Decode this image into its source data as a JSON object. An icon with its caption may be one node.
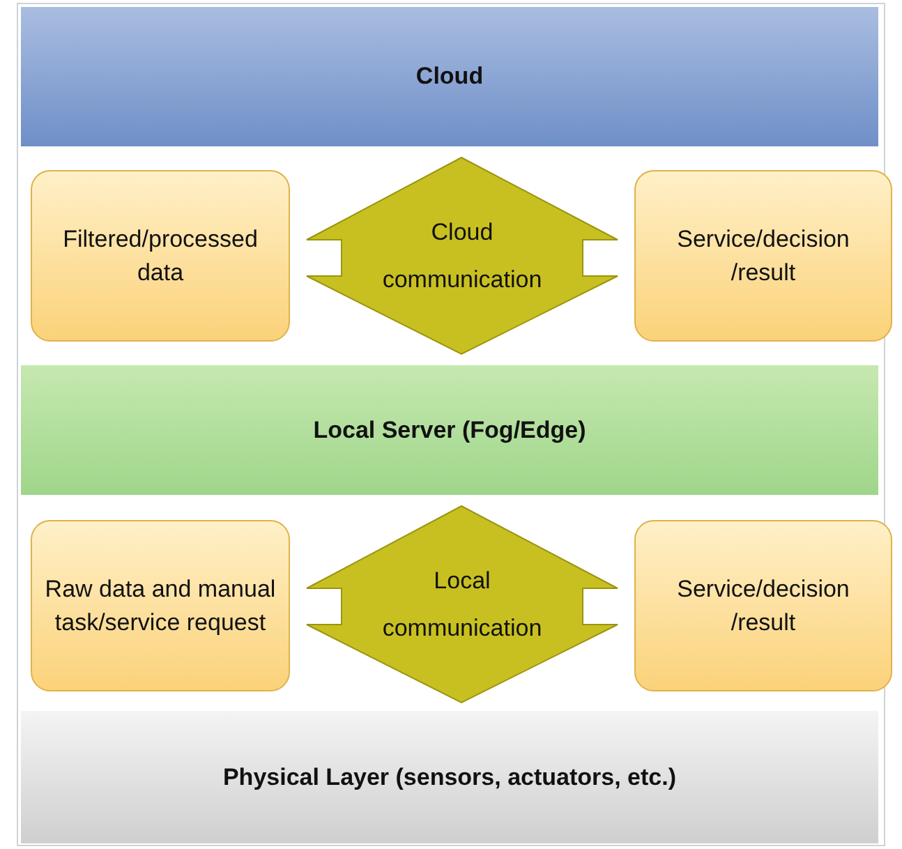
{
  "diagram": {
    "nodes": [
      {
        "text": [
          "Cloud"
        ]
      },
      {
        "text": [
          "Filtered/processed data"
        ]
      },
      {
        "text": [
          "Cloud communication"
        ]
      },
      {
        "text": [
          "Service/decision /result"
        ]
      },
      {
        "text": [
          "Local Server (Fog/Edge)"
        ]
      },
      {
        "text": [
          "Raw data and manual task/service request"
        ]
      },
      {
        "text": [
          "Local communication"
        ]
      },
      {
        "text": [
          "Service/decision /result"
        ]
      },
      {
        "text": [
          "Physical Layer (sensors, actuators, etc.)"
        ]
      }
    ]
  }
}
